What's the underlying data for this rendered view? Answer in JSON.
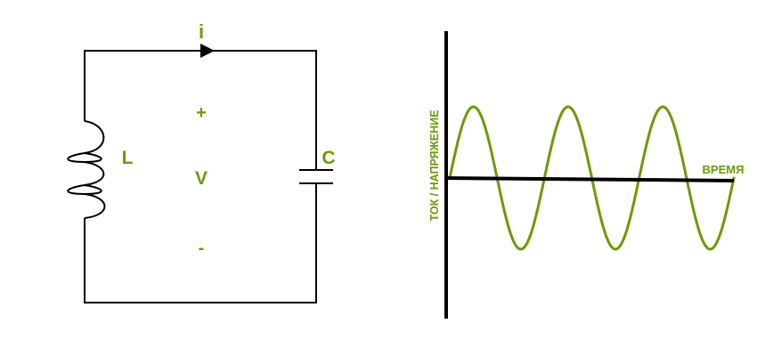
{
  "colors": {
    "accent": "#6b9a0a",
    "line": "#000000",
    "background": "#ffffff"
  },
  "circuit": {
    "current_label": "i",
    "inductor_label": "L",
    "capacitor_label": "C",
    "voltage_label": "V",
    "plus_sign": "+",
    "minus_sign": "-"
  },
  "graph": {
    "ylabel": "ТОК / НАПРЯЖЕНИЕ",
    "xlabel": "ВРЕМЯ",
    "cycles": 3
  }
}
